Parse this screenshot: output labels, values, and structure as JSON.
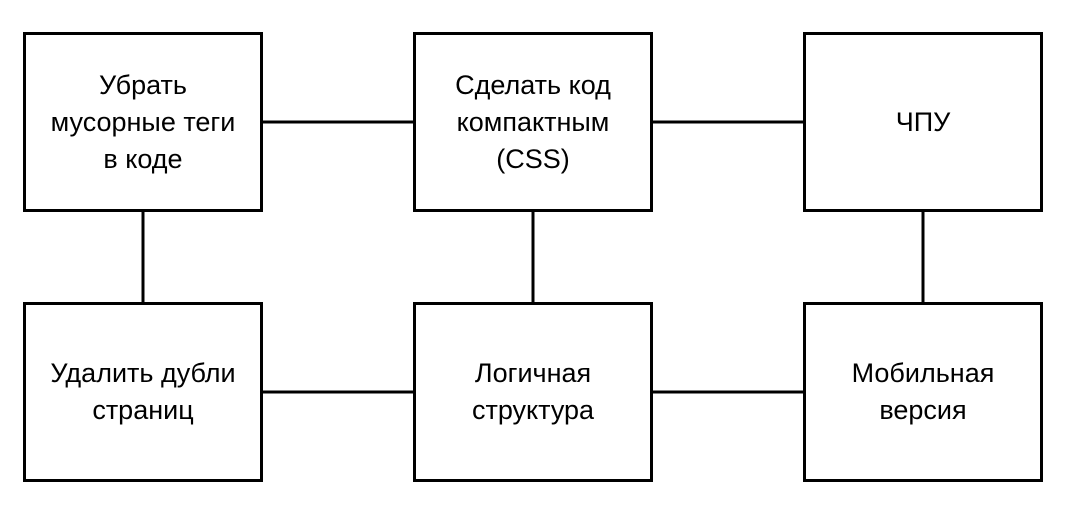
{
  "diagram": {
    "nodes": [
      {
        "id": "n1",
        "label": "Убрать\nмусорные теги\nв коде"
      },
      {
        "id": "n2",
        "label": "Сделать код\nкомпактным\n(CSS)"
      },
      {
        "id": "n3",
        "label": "ЧПУ"
      },
      {
        "id": "n4",
        "label": "Удалить дубли\nстраниц"
      },
      {
        "id": "n5",
        "label": "Логичная\nструктура"
      },
      {
        "id": "n6",
        "label": "Мобильная\nверсия"
      }
    ],
    "edges": [
      {
        "from": "n1",
        "to": "n2"
      },
      {
        "from": "n2",
        "to": "n3"
      },
      {
        "from": "n1",
        "to": "n4"
      },
      {
        "from": "n2",
        "to": "n5"
      },
      {
        "from": "n3",
        "to": "n6"
      },
      {
        "from": "n4",
        "to": "n5"
      },
      {
        "from": "n5",
        "to": "n6"
      }
    ],
    "colors": {
      "stroke": "#000000",
      "fill": "#ffffff",
      "text": "#000000"
    }
  }
}
